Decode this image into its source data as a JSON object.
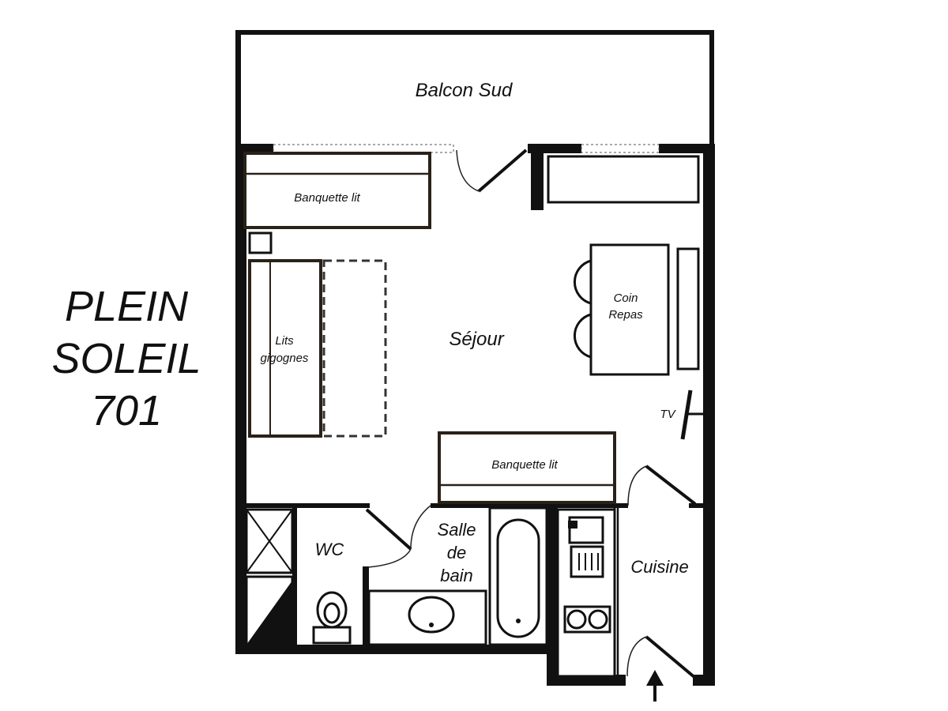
{
  "title": {
    "line1": "PLEIN",
    "line2": "SOLEIL",
    "line3": "701"
  },
  "rooms": {
    "balcony": "Balcon Sud",
    "living": "Séjour",
    "wc": "WC",
    "bathroom_line1": "Salle",
    "bathroom_line2": "de",
    "bathroom_line3": "bain",
    "kitchen": "Cuisine"
  },
  "furniture": {
    "sofa_bed_top": "Banquette lit",
    "sofa_bed_bottom": "Banquette lit",
    "bunk_beds_line1": "Lits",
    "bunk_beds_line2": "gigognes",
    "dining_line1": "Coin",
    "dining_line2": "Repas",
    "tv": "TV"
  }
}
